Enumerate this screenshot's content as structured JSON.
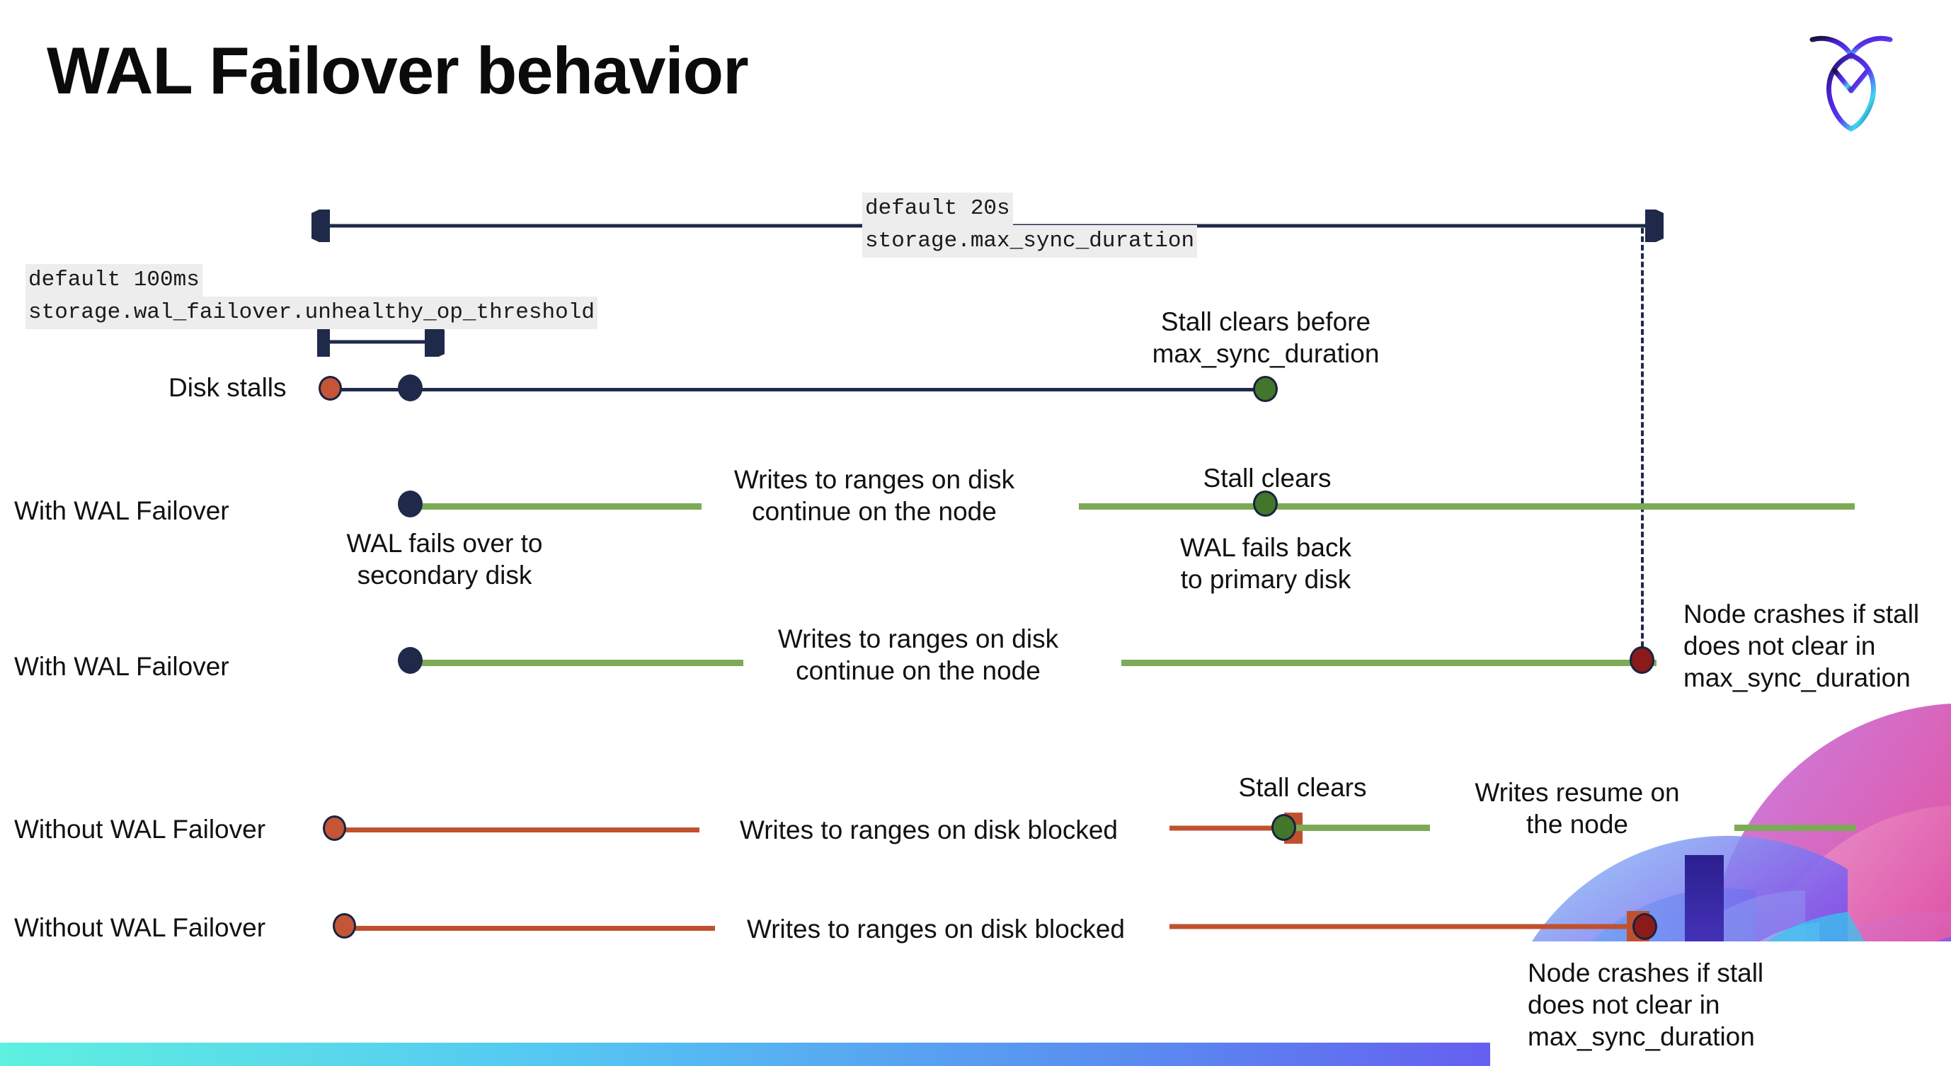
{
  "slide": {
    "title": "WAL Failover behavior",
    "logo_name": "cockroachdb-logo"
  },
  "settings": {
    "max_sync": {
      "line1": "default 20s",
      "line2": "storage.max_sync_duration"
    },
    "unhealthy": {
      "line1": "default 100ms",
      "line2": "storage.wal_failover.unhealthy_op_threshold"
    }
  },
  "rows": {
    "disk_stalls": {
      "label": "Disk stalls",
      "note": "Stall clears before\nmax_sync_duration",
      "note_line1": "Stall clears before",
      "note_line2": "max_sync_duration"
    },
    "with_failover_recovers": {
      "label": "With WAL Failover",
      "note_below_start_l1": "WAL fails over to",
      "note_below_start_l2": "secondary disk",
      "note_middle_l1": "Writes to ranges on disk",
      "note_middle_l2": "continue on the node",
      "note_clears": "Stall clears",
      "note_failback_l1": "WAL fails  back",
      "note_failback_l2": "to primary disk"
    },
    "with_failover_crashes": {
      "label": "With WAL Failover",
      "note_middle_l1": "Writes to ranges on disk",
      "note_middle_l2": "continue on the node",
      "note_crash_l1": "Node crashes if stall",
      "note_crash_l2": "does not clear in",
      "note_crash_l3": "max_sync_duration"
    },
    "without_failover_recovers": {
      "label": "Without WAL Failover",
      "note_middle": "Writes to ranges on disk  blocked",
      "note_clears": "Stall clears",
      "note_resume_l1": "Writes resume on",
      "note_resume_l2": "the node"
    },
    "without_failover_crashes": {
      "label": "Without WAL Failover",
      "note_middle": "Writes to ranges on disk  blocked",
      "note_crash_l1": "Node crashes if stall",
      "note_crash_l2": "does not clear in",
      "note_crash_l3": "max_sync_duration"
    }
  },
  "colors": {
    "navy": "#1f2a4a",
    "green_line": "#7daa56",
    "green_dot": "#42762a",
    "orange_line": "#c0512f",
    "orange_dot": "#c55537",
    "dark_red_dot": "#8b1a1a",
    "code_bg": "#ededed"
  }
}
